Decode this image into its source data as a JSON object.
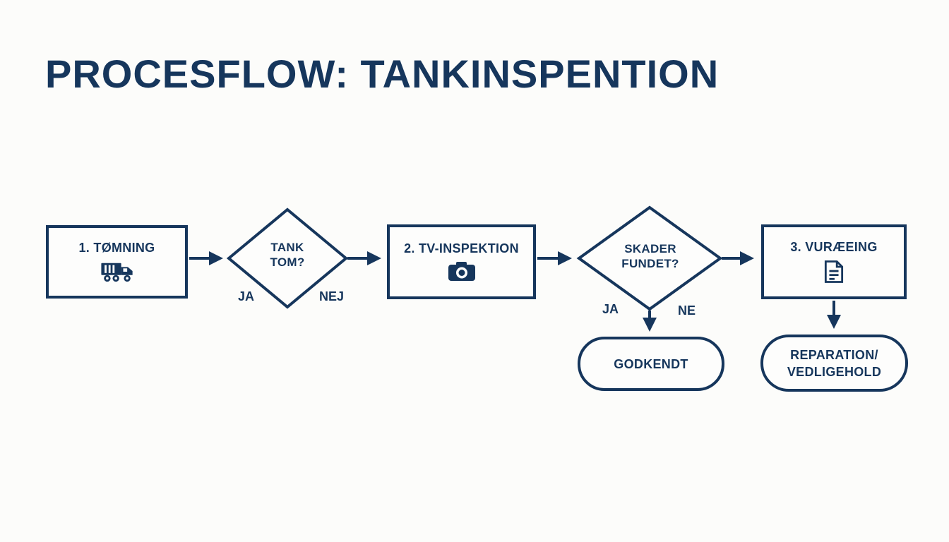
{
  "title": "PROCESFLOW: TANKINSPENTION",
  "colors": {
    "navy": "#16365c",
    "background": "#fcfcfa"
  },
  "steps": {
    "step1": {
      "label": "1. TØMNING",
      "icon": "garbage-truck-icon"
    },
    "step2": {
      "label": "2. TV-INSPEKTION",
      "icon": "camera-icon"
    },
    "step3": {
      "label": "3. VURÆEING",
      "icon": "document-icon"
    }
  },
  "decisions": {
    "decision1": {
      "label": [
        "TANK",
        "TOM?"
      ],
      "yes_label": "JA",
      "no_label": "NEJ"
    },
    "decision2": {
      "label": [
        "SKADER",
        "FUNDET?"
      ],
      "yes_label": "JA",
      "no_label": "NE"
    }
  },
  "outcomes": {
    "approved": {
      "label": "GODKENDT"
    },
    "repair": {
      "label": [
        "REPARATION/",
        "VEDLIGEHOLD"
      ]
    }
  }
}
